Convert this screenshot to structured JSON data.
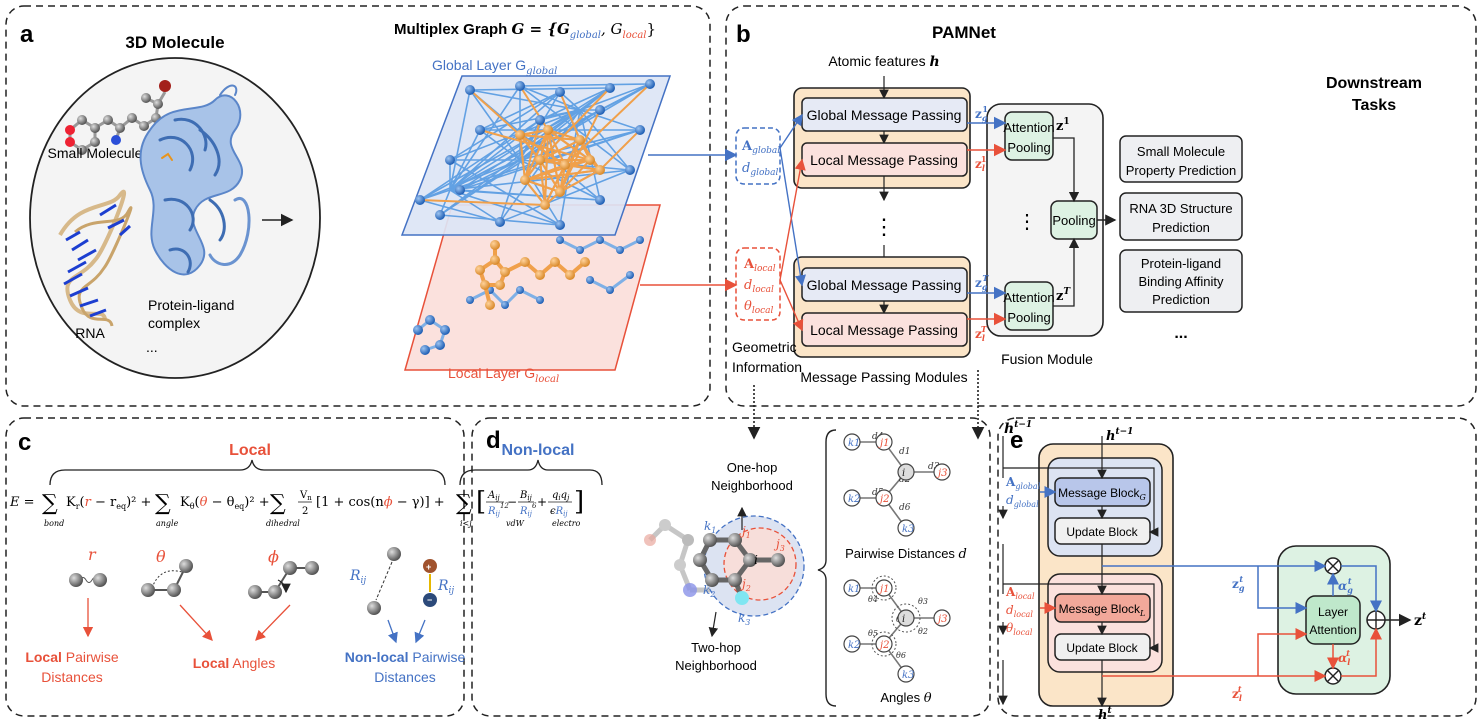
{
  "colors": {
    "blue": "#4472C4",
    "red": "#E8513A",
    "orange_mol": "#F0A04B",
    "mp_bg": "#FBE5C8",
    "global_box": "#E6EAF5",
    "local_box": "#FBE1DD",
    "fusion_bg": "#F4F4F4",
    "green_box": "#DDF2E3",
    "task_box": "#EEEFF2"
  },
  "panel_a": {
    "letter": "a",
    "title": "3D Molecule",
    "labels": {
      "small_molecule": "Small Molecule",
      "rna": "RNA",
      "protein_line1": "Protein-ligand",
      "protein_line2": "complex",
      "ellipsis": "..."
    },
    "graph_title_prefix": "Multiplex Graph ",
    "graph_title_math": "G = {G",
    "graph_title_global_sub": "global",
    "graph_title_sep": ", G",
    "graph_title_local_sub": "local",
    "graph_title_close": "}",
    "global_layer": "Global Layer G",
    "global_sub": "global",
    "local_layer": "Local Layer G",
    "local_sub": "local"
  },
  "panel_b": {
    "letter": "b",
    "title": "PAMNet",
    "atomic_features": "Atomic features ",
    "atomic_h": "h",
    "global_mp": "Global Message Passing",
    "local_mp": "Local Message Passing",
    "geo_global": [
      "A",
      "global",
      "d",
      "global"
    ],
    "geo_local": [
      "A",
      "local",
      "d",
      "local",
      "θ",
      "local"
    ],
    "geometric_info_1": "Geometric",
    "geometric_info_2": "Information",
    "mp_modules": "Message Passing Modules",
    "attention_pooling_1": "Attention",
    "attention_pooling_2": "Pooling",
    "pooling": "Pooling",
    "fusion_module": "Fusion Module",
    "z1": "z",
    "z1_sup": "1",
    "zT": "z",
    "zT_sup": "T",
    "zg1": [
      "z",
      "g",
      "1"
    ],
    "zl1": [
      "z",
      "l",
      "1"
    ],
    "zgT": [
      "z",
      "g",
      "T"
    ],
    "zlT": [
      "z",
      "l",
      "T"
    ],
    "vdots": "⋮",
    "downstream_title_1": "Downstream",
    "downstream_title_2": "Tasks",
    "tasks": [
      [
        "Small Molecule",
        "Property Prediction"
      ],
      [
        "RNA 3D Structure",
        "Prediction"
      ],
      [
        "Protein-ligand",
        "Binding Affinity",
        "Prediction"
      ]
    ],
    "tasks_ellipsis": "..."
  },
  "panel_c": {
    "letter": "c",
    "local_header": "Local",
    "nonlocal_header": "Non-local",
    "equation": {
      "e": "E = ",
      "bond_term": "Kᵣ(r − rₑₓ)² +",
      "angle_term": "Kθ(θ − θₑₓ)² +",
      "dihedral_term": "[1 + cos(nϕ − γ)] +",
      "sum_labels": [
        "bond",
        "angle",
        "dihedral",
        "i<j"
      ],
      "vdw": "vdW",
      "electro": "electro"
    },
    "symbols": {
      "r": "r",
      "theta": "θ",
      "phi": "ϕ",
      "rij": "R",
      "rij_sub": "ij"
    },
    "bottom": {
      "local_pairwise_bold": "Local",
      "local_pairwise_rest": " Pairwise",
      "local_pairwise_2": "Distances",
      "local_angles_bold": "Local",
      "local_angles_rest": " Angles",
      "nonlocal_bold": "Non-local",
      "nonlocal_rest": " Pairwise",
      "nonlocal_2": "Distances"
    }
  },
  "panel_d": {
    "letter": "d",
    "one_hop_1": "One-hop",
    "one_hop_2": "Neighborhood",
    "two_hop_1": "Two-hop",
    "two_hop_2": "Neighborhood",
    "pairwise": "Pairwise Distances ",
    "pairwise_sym": "d",
    "angles": "Angles ",
    "angles_sym": "θ",
    "nodes": {
      "i": "i",
      "j1": "j1",
      "j2": "j2",
      "j3": "j3",
      "k1": "k1",
      "k2": "k2",
      "k3": "k3"
    },
    "distances": [
      "d1",
      "d2",
      "d3",
      "d4",
      "d5",
      "d6"
    ],
    "angles_list": [
      "θ1",
      "θ2",
      "θ3",
      "θ4",
      "θ5",
      "θ6"
    ]
  },
  "panel_e": {
    "letter": "e",
    "h_prev": "h",
    "h_prev_sup": "t−1",
    "h_next": "h",
    "h_next_sup": "t",
    "message_block_g": "Message Block",
    "message_block_g_sub": "G",
    "message_block_l": "Message Block",
    "message_block_l_sub": "L",
    "update_block": "Update Block",
    "layer_attention_1": "Layer",
    "layer_attention_2": "Attention",
    "zgt": [
      "z",
      "g",
      "t"
    ],
    "zlt": [
      "z",
      "l",
      "t"
    ],
    "alpha_g": [
      "α",
      "g",
      "t"
    ],
    "alpha_l": [
      "α",
      "l",
      "t"
    ],
    "zt": [
      "z",
      "t"
    ],
    "in_global": [
      "A",
      "global",
      "d",
      "global"
    ],
    "in_local": [
      "A",
      "local",
      "d",
      "local",
      "θ",
      "local"
    ]
  }
}
